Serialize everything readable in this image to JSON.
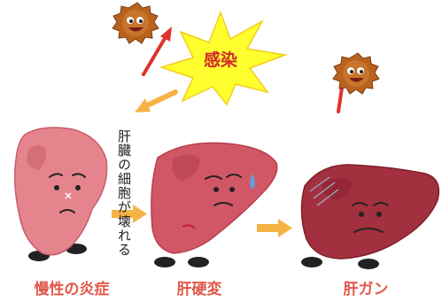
{
  "callout": {
    "text": "感染"
  },
  "note": {
    "text": "肝臓の細胞が壊れる"
  },
  "stages": [
    {
      "label": "慢性の炎症"
    },
    {
      "label": "肝硬変"
    },
    {
      "label": "肝ガン"
    }
  ],
  "colors": {
    "label_text": "#e2584a",
    "callout_text": "#cf2a2a",
    "note_text": "#222222",
    "burst_fill": "#ffff2f",
    "burst_stroke": "#f3cc19",
    "arrow_orange": "#f5b345",
    "virus_body": "#b8621d",
    "virus_spike": "#7a3a0c",
    "virus_arrow": "#e0312a",
    "liver_chronic": "#e6848e",
    "liver_cirrhosis": "#d25766",
    "liver_cancer": "#a3303f",
    "tear": "#6a9cd6",
    "foot": "#222222"
  }
}
